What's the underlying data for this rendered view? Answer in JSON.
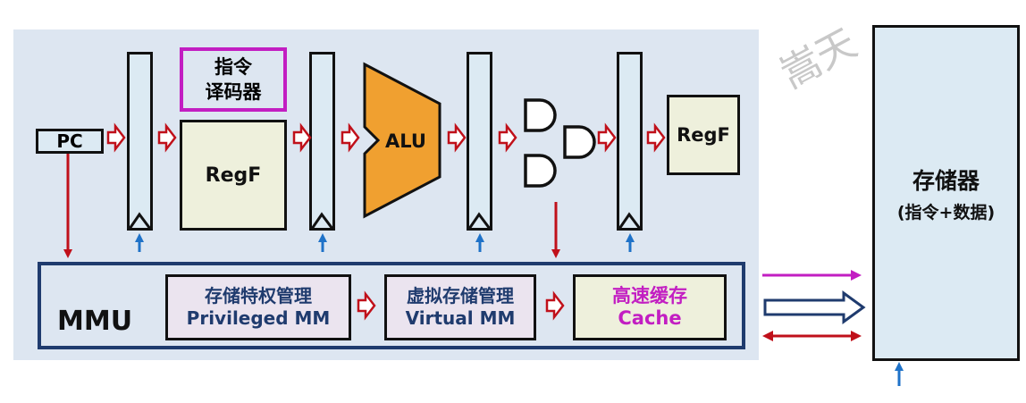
{
  "pc": {
    "label": "PC"
  },
  "decoder": {
    "line1": "指令",
    "line2": "译码器"
  },
  "regfile": {
    "left": "RegF",
    "right": "RegF"
  },
  "alu": {
    "label": "ALU"
  },
  "mmu": {
    "label": "MMU",
    "privileged": {
      "line1": "存储特权管理",
      "line2": "Privileged MM"
    },
    "virtual": {
      "line1": "虚拟存储管理",
      "line2": "Virtual MM"
    },
    "cache": {
      "line1": "高速缓存",
      "line2": "Cache",
      "color": "#c21ec2"
    }
  },
  "memory": {
    "title": "存储器",
    "subtitle": "(指令+数据)"
  },
  "watermark": {
    "text": "嵩天"
  },
  "colors": {
    "alu": "#f0a030",
    "red_arrow": "#c0101a",
    "blue_arrow": "#1f72c8",
    "magenta": "#c21ec2",
    "navy": "#1f3b6e"
  }
}
